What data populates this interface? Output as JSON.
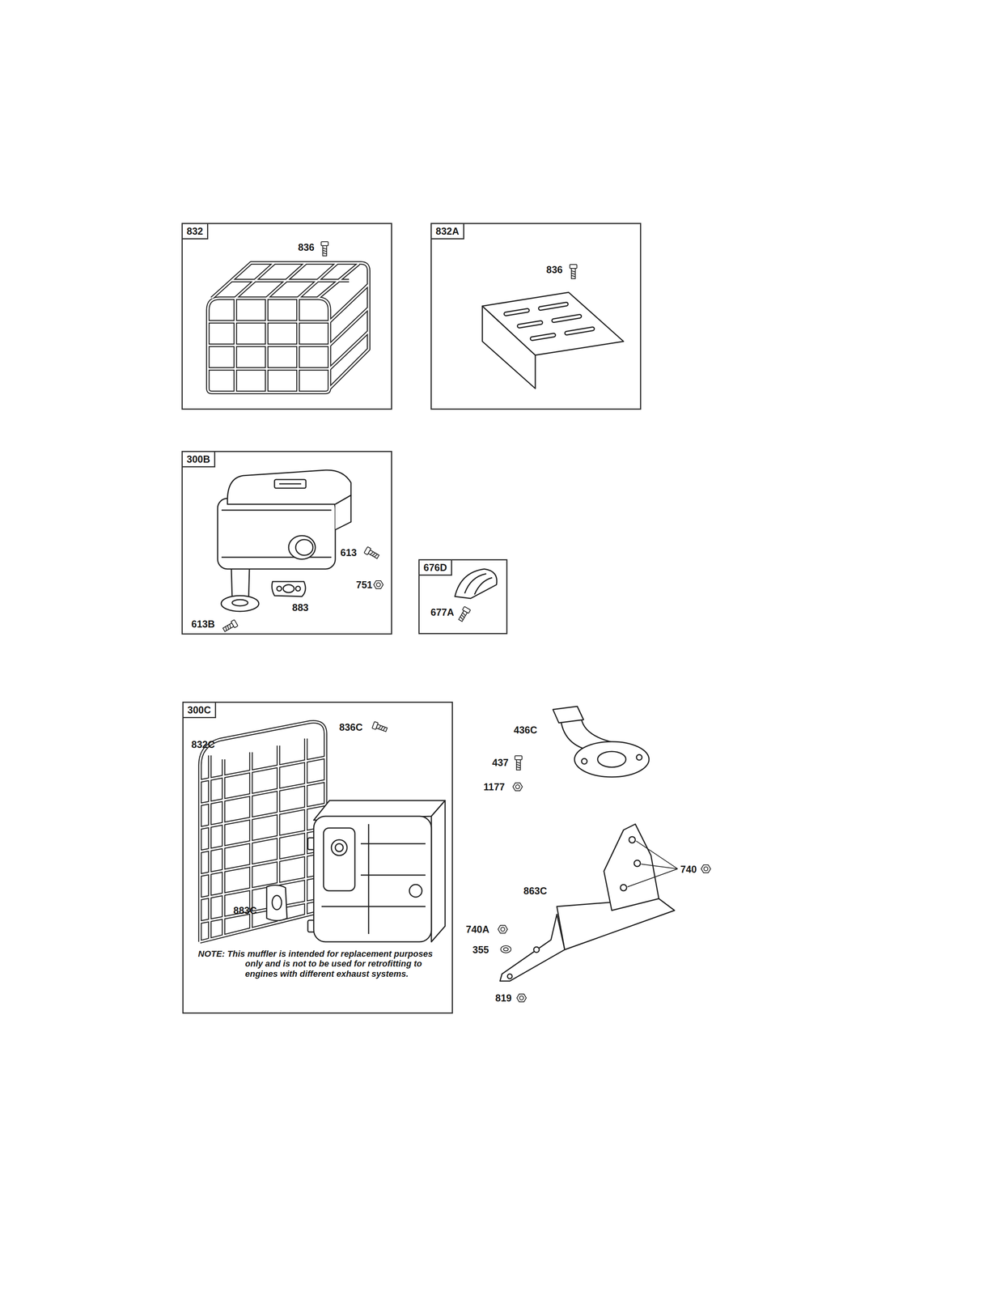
{
  "diagram": {
    "nodes": [
      {
        "text": [
          "832"
        ]
      },
      {
        "text": [
          "832A"
        ]
      },
      {
        "text": [
          "300B"
        ]
      },
      {
        "text": [
          "676D"
        ]
      },
      {
        "text": [
          "300C"
        ]
      }
    ],
    "labels": [
      "836",
      "836",
      "613",
      "751",
      "883",
      "613B",
      "677A",
      "836C",
      "832C",
      "883C",
      "NOTE: This muffler is intended for replacement purposes only and is not to be used for retrofitting to engines with different exhaust systems.",
      "436C",
      "437",
      "1177",
      "740",
      "863C",
      "740A",
      "355",
      "819"
    ]
  }
}
